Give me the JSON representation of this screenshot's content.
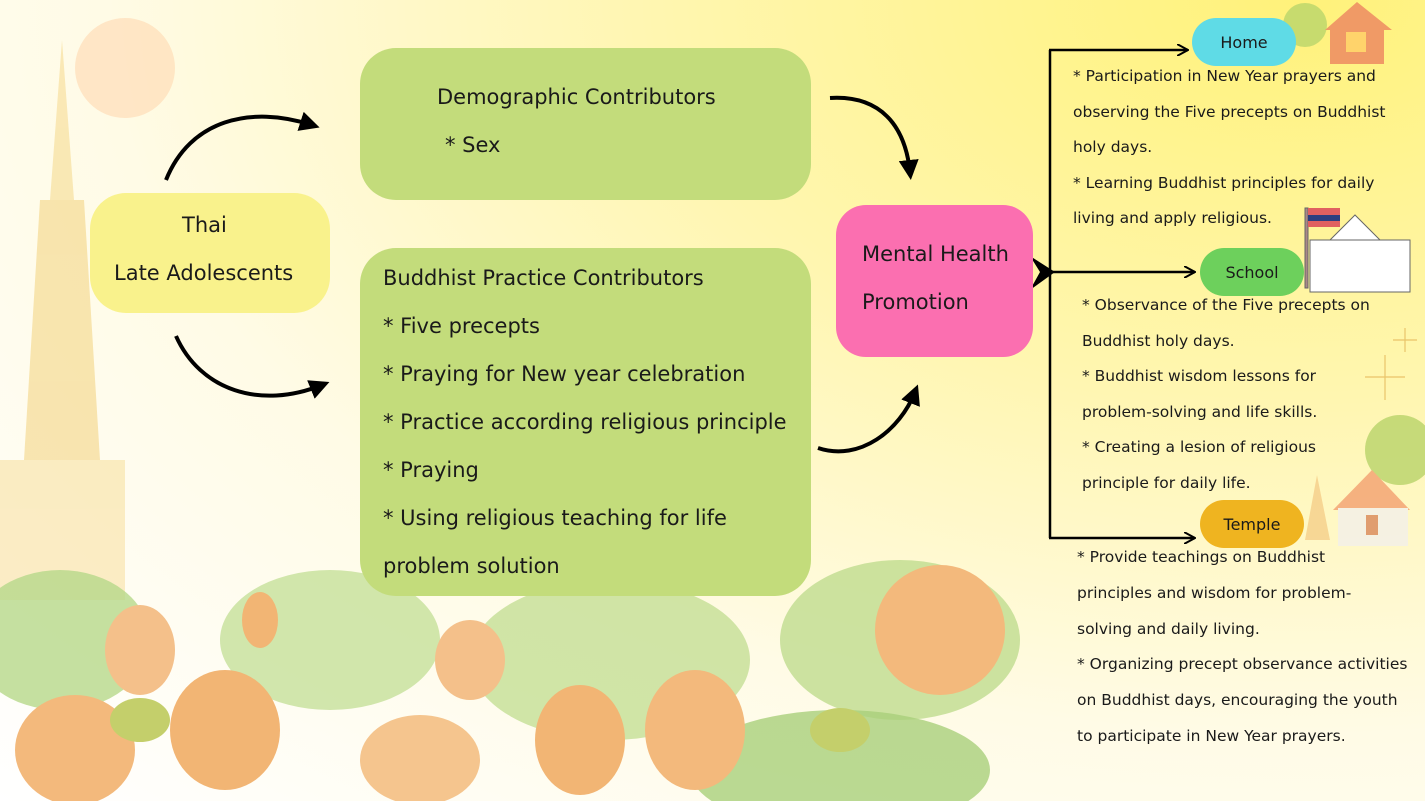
{
  "colors": {
    "thai": "#f9f28c",
    "green_box": "#c3dc7b",
    "mental": "#fb6fb0",
    "home": "#5fdbe6",
    "school": "#6dd05c",
    "temple": "#efb420"
  },
  "thai_box": {
    "lines": [
      "Thai",
      "Late Adolescents"
    ]
  },
  "demographic_box": {
    "title": "Demographic Contributors",
    "items": [
      "* Sex"
    ]
  },
  "buddhist_box": {
    "title": "Buddhist Practice Contributors",
    "lines": [
      "* Five precepts",
      "* Praying for New year celebration",
      "* Practice according religious principle",
      "* Praying",
      "* Using religious teaching for life",
      "problem solution"
    ]
  },
  "mental_box": {
    "lines": [
      "Mental Health",
      "Promotion"
    ]
  },
  "home": {
    "label": "Home",
    "lines": [
      "* Participation in New Year prayers and",
      "observing the Five precepts on Buddhist",
      "holy days.",
      "* Learning Buddhist principles for daily",
      "living and apply religious."
    ]
  },
  "school": {
    "label": "School",
    "lines": [
      "* Observance of the Five precepts on",
      "Buddhist holy days.",
      "* Buddhist wisdom lessons for",
      "problem-solving and life skills.",
      "* Creating a lesion of religious",
      "principle for daily life."
    ]
  },
  "temple": {
    "label": "Temple",
    "lines": [
      "* Provide teachings on Buddhist",
      "principles and wisdom for problem-",
      "solving and daily living.",
      "* Organizing precept observance activities",
      "on Buddhist days, encouraging the youth",
      "to participate in New Year prayers."
    ]
  }
}
